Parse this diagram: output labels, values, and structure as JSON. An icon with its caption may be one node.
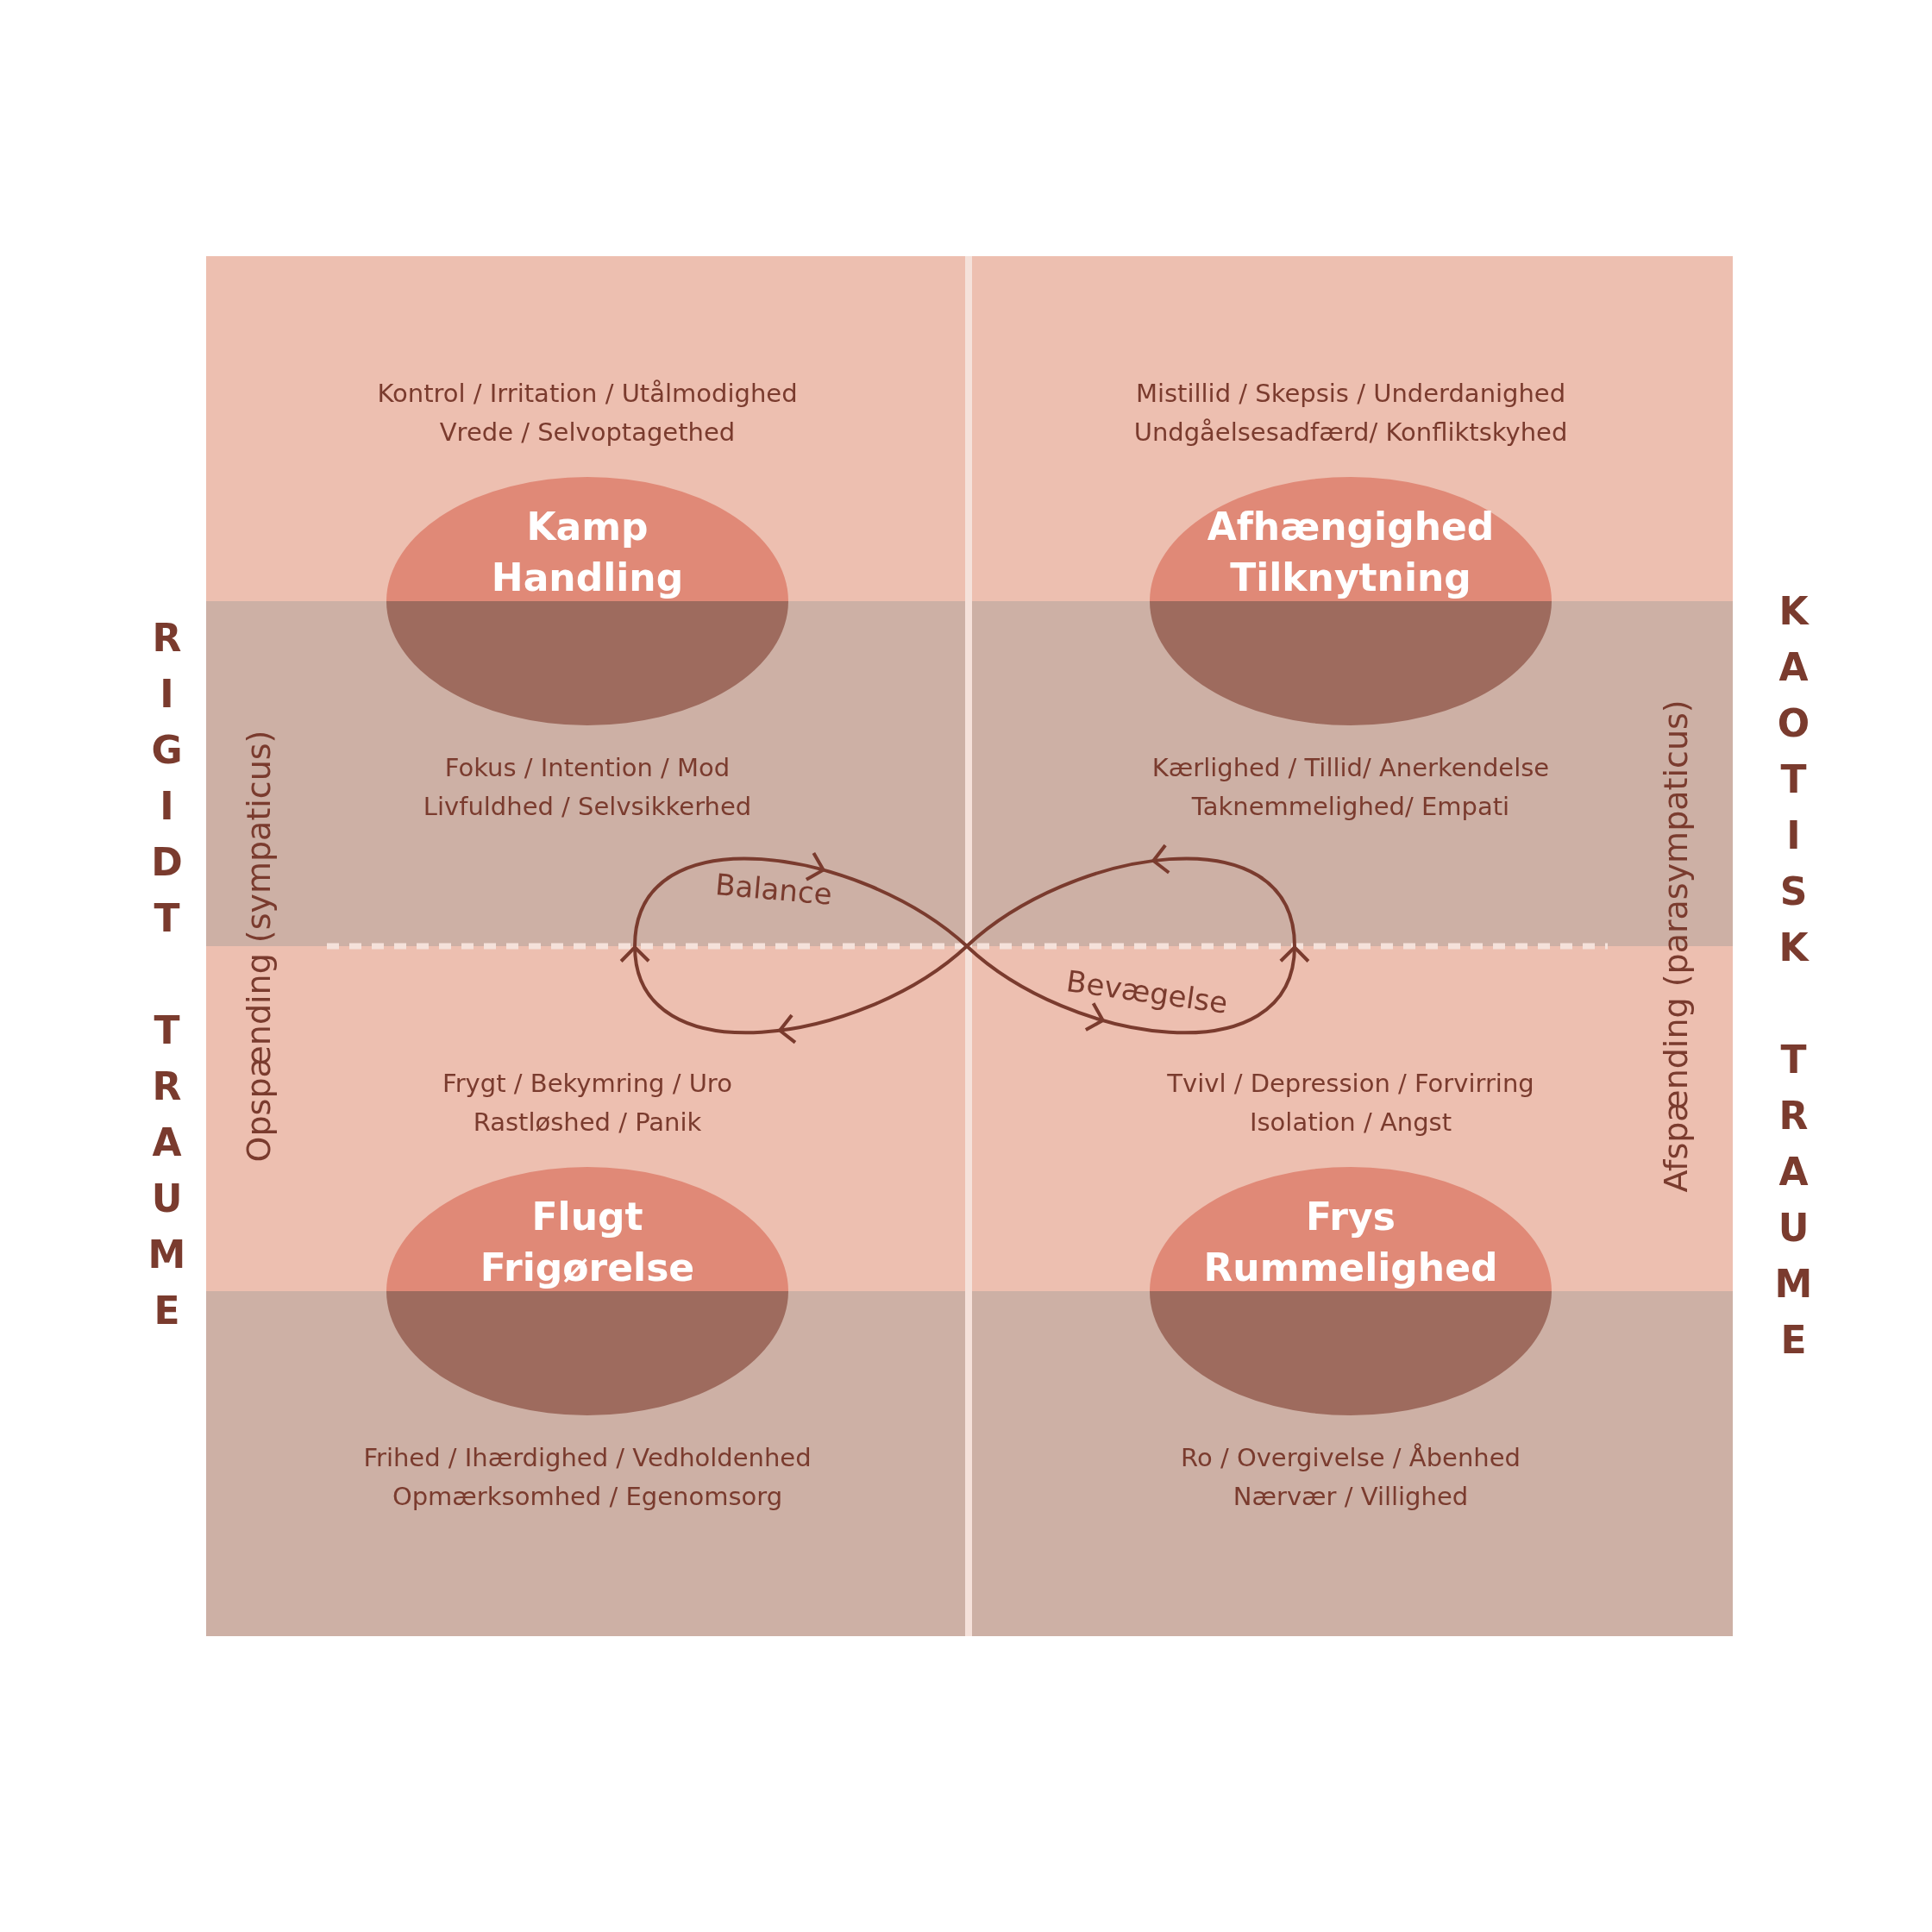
{
  "diagram": {
    "nodes": [
      {
        "text": [
          "Kamp",
          "Handling"
        ],
        "beside": [
          "Kontrol / Irritation / Utålmodighed",
          "Vrede / Selvoptagethed",
          "Fokus / Intention / Mod",
          "Livfuldhed / Selvsikkerhed"
        ]
      },
      {
        "text": [
          "Afhængighed",
          "Tilknytning"
        ],
        "beside": [
          "Mistillid / Skepsis / Underdanighed",
          "Undgåelsesadfærd/ Konfliktskyhed",
          "Kærlighed / Tillid/ Anerkendelse",
          "Taknemmelighed/ Empati"
        ]
      },
      {
        "text": [
          "Flugt",
          "Frigørelse"
        ],
        "beside": [
          "Frygt / Bekymring / Uro",
          "Rastløshed / Panik",
          "Frihed / Ihærdighed / Vedholdenhed",
          "Opmærksomhed / Egenomsorg"
        ]
      },
      {
        "text": [
          "Frys",
          "Rummelighed"
        ],
        "beside": [
          "Tvivl / Depression / Forvirring",
          "Isolation / Angst",
          "Ro / Overgivelse / Åbenhed",
          "Nærvær / Villighed"
        ]
      }
    ],
    "edges": [],
    "labels": [
      "RIGIDT TRAUME",
      "Opspænding (sympaticus)",
      "Balance",
      "KAOTISK TRAUME",
      "Afspænding (parasympaticus)",
      "Bevægelse"
    ]
  }
}
